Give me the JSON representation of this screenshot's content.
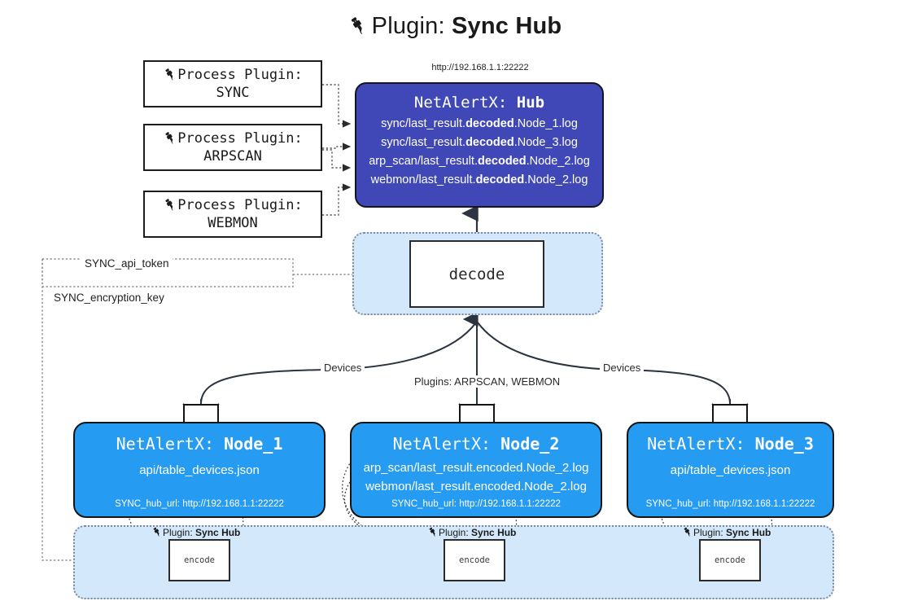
{
  "title": {
    "icon": "plug-icon",
    "prefix": "Plugin:",
    "name": "Sync Hub"
  },
  "hub": {
    "url": "http://192.168.1.1:22222",
    "title_prefix": "NetAlertX:",
    "title_name": "Hub",
    "logs": [
      {
        "pre": "sync/last_result.",
        "mid": "decoded",
        "post": ".Node_1.log"
      },
      {
        "pre": "sync/last_result.",
        "mid": "decoded",
        "post": ".Node_3.log"
      },
      {
        "pre": "arp_scan/last_result.",
        "mid": "decoded",
        "post": ".Node_2.log"
      },
      {
        "pre": "webmon/last_result.",
        "mid": "decoded",
        "post": ".Node_2.log"
      }
    ]
  },
  "process_plugins": [
    {
      "icon": "plug-icon",
      "line1": "Process Plugin:",
      "line2": "SYNC"
    },
    {
      "icon": "plug-icon",
      "line1": "Process Plugin:",
      "line2": "ARPSCAN"
    },
    {
      "icon": "plug-icon",
      "line1": "Process Plugin:",
      "line2": "WEBMON"
    }
  ],
  "decode": {
    "label": "decode"
  },
  "tokens": [
    {
      "label": "SYNC_api_token"
    },
    {
      "label": "SYNC_encryption_key"
    }
  ],
  "edge_labels": {
    "devices_left": "Devices",
    "devices_right": "Devices",
    "plugins_center": "Plugins: ARPSCAN, WEBMON"
  },
  "nodes": [
    {
      "title_prefix": "NetAlertX:",
      "title_name": "Node_1",
      "rows": [
        "api/table_devices.json"
      ],
      "footer": "SYNC_hub_url: http://192.168.1.1:22222",
      "envelope_icon": "envelope-icon"
    },
    {
      "title_prefix": "NetAlertX:",
      "title_name": "Node_2",
      "rows": [
        "arp_scan/last_result.encoded.Node_2.log",
        "webmon/last_result.encoded.Node_2.log"
      ],
      "footer": "SYNC_hub_url: http://192.168.1.1:22222",
      "envelope_icon": "envelope-icon"
    },
    {
      "title_prefix": "NetAlertX:",
      "title_name": "Node_3",
      "rows": [
        "api/table_devices.json"
      ],
      "footer": "SYNC_hub_url: http://192.168.1.1:22222",
      "envelope_icon": "envelope-icon"
    }
  ],
  "encoders": [
    {
      "icon": "plug-icon",
      "prefix": "Plugin:",
      "name": "Sync Hub",
      "box_label": "encode"
    },
    {
      "icon": "plug-icon",
      "prefix": "Plugin:",
      "name": "Sync Hub",
      "box_label": "encode"
    },
    {
      "icon": "plug-icon",
      "prefix": "Plugin:",
      "name": "Sync Hub",
      "box_label": "encode"
    }
  ],
  "colors": {
    "hub_fill": "#4048b8",
    "node_fill": "#269bf2",
    "container_fill": "#d3e8fa",
    "stroke": "#141414",
    "dotted_stroke": "#7d8b99"
  }
}
